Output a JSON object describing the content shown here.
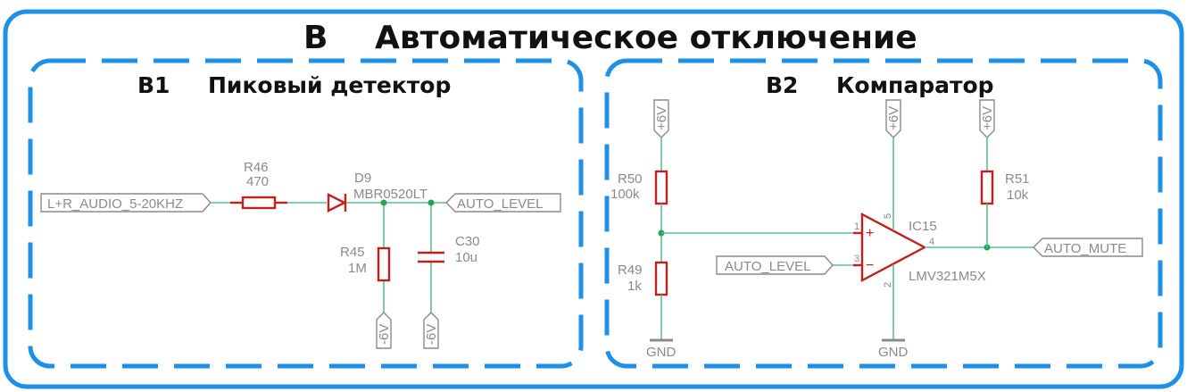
{
  "title": {
    "letter": "B",
    "text": "Автоматическое отключение"
  },
  "section_b1": {
    "letter": "B1",
    "text": "Пиковый детектор"
  },
  "section_b2": {
    "letter": "B2",
    "text": "Компаратор"
  },
  "colors": {
    "frame": "#1e90e6",
    "wire": "#5fbf8f",
    "component": "#c21f1f",
    "label": "#8a8a8a",
    "junction": "#22a55a"
  },
  "b1": {
    "input_net": "L+R_AUDIO_5-20KHZ",
    "output_net": "AUTO_LEVEL",
    "r46": {
      "ref": "R46",
      "value": "470"
    },
    "d9": {
      "ref": "D9",
      "value": "MBR0520LT"
    },
    "r45": {
      "ref": "R45",
      "value": "1M"
    },
    "c30": {
      "ref": "C30",
      "value": "10u"
    },
    "rail_r45": "-6V",
    "rail_c30": "-6V"
  },
  "b2": {
    "rail_divider": "+6V",
    "rail_opamp": "+6V",
    "rail_pullup": "+6V",
    "r50": {
      "ref": "R50",
      "value": "100k"
    },
    "r49": {
      "ref": "R49",
      "value": "1k"
    },
    "r51": {
      "ref": "R51",
      "value": "10k"
    },
    "ic15": {
      "ref": "IC15",
      "value": "LMV321M5X"
    },
    "input_net": "AUTO_LEVEL",
    "output_net": "AUTO_MUTE",
    "gnd_divider": "GND",
    "gnd_opamp": "GND",
    "pins": {
      "p1": "1",
      "p2": "2",
      "p3": "3",
      "p4": "4",
      "p5": "5",
      "plus": "+",
      "minus": "−"
    }
  }
}
